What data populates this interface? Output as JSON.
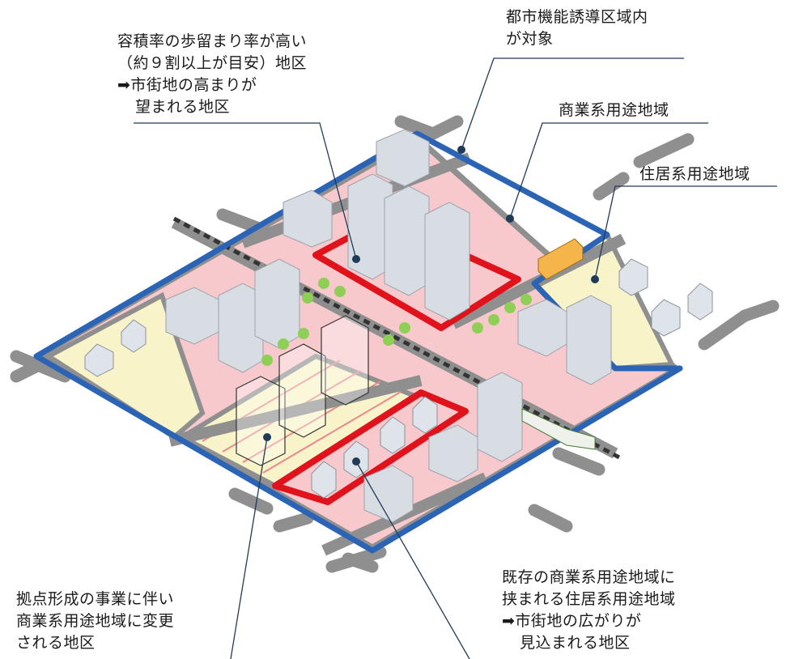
{
  "labels": {
    "dense_district": {
      "line1": "容積率の歩留まり率が高い",
      "line2": "（約９割以上が目安）地区",
      "line3": "➡市街地の高まりが",
      "line4": "望まれる地区"
    },
    "target_zone": {
      "line1": "都市機能誘導区域内",
      "line2": "が対象"
    },
    "commercial_zone": "商業系用途地域",
    "residential_zone": "住居系用途地域",
    "base_formation": {
      "line1": "拠点形成の事業に伴い",
      "line2": "商業系用途地域に変更",
      "line3": "される地区"
    },
    "sandwiched_residential": {
      "line1": "既存の商業系用途地域に",
      "line2": "挟まれる住居系用途地域",
      "line3": "➡市街地の広がりが",
      "line4": "見込まれる地区"
    }
  },
  "colors": {
    "commercial_fill": "#f7c9cc",
    "residential_fill": "#f8f3c8",
    "boundary_blue": "#2b63b5",
    "highlight_red": "#e0131d",
    "road_gray": "#8f8f8f"
  }
}
